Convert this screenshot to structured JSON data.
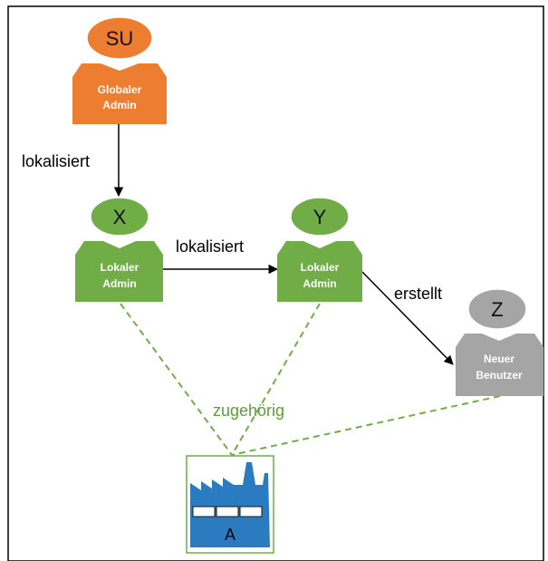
{
  "colors": {
    "orange": "#ed7d31",
    "green": "#70ad47",
    "gray": "#a5a5a5",
    "factory_blue": "#2a7bc0",
    "dashed_green": "#70ad47",
    "arrow": "#000000"
  },
  "nodes": {
    "su": {
      "head": "SU",
      "line1": "Globaler",
      "line2": "Admin"
    },
    "x": {
      "head": "X",
      "line1": "Lokaler",
      "line2": "Admin"
    },
    "y": {
      "head": "Y",
      "line1": "Lokaler",
      "line2": "Admin"
    },
    "z": {
      "head": "Z",
      "line1": "Neuer",
      "line2": "Benutzer"
    }
  },
  "edges": {
    "su_to_x": "lokalisiert",
    "x_to_y": "lokalisiert",
    "y_to_z": "erstellt",
    "belongs_to": "zugehörig"
  },
  "factory": {
    "label": "A",
    "icon": "factory-icon"
  }
}
